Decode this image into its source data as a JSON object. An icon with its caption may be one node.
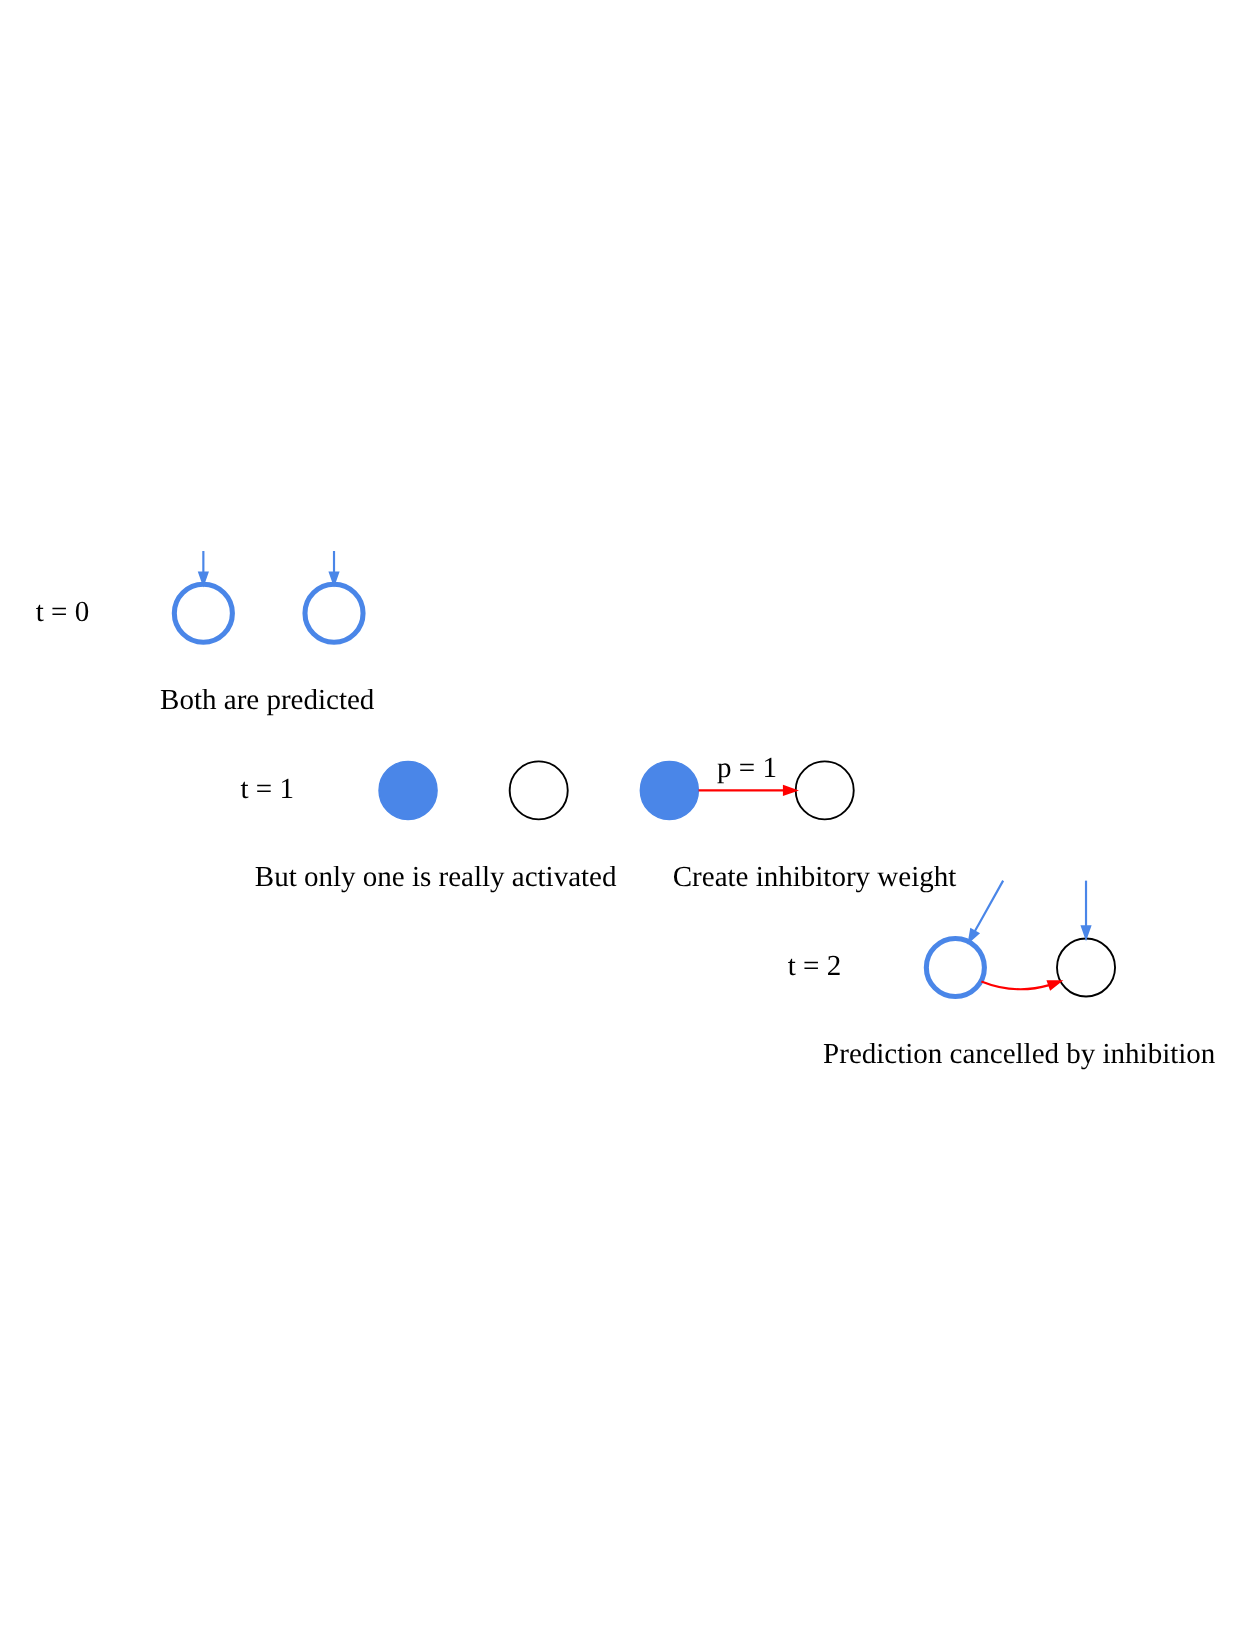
{
  "diagram": {
    "nodes": [
      {
        "text": [],
        "shape": "circle"
      },
      {
        "text": [],
        "shape": "circle"
      },
      {
        "text": [],
        "shape": "circle"
      },
      {
        "text": [],
        "shape": "circle"
      },
      {
        "text": [],
        "shape": "circle"
      },
      {
        "text": [],
        "shape": "circle"
      },
      {
        "text": [],
        "shape": "circle"
      },
      {
        "text": [],
        "shape": "circle"
      }
    ],
    "edges": [
      {
        "from": null,
        "to": 0,
        "arrow": "to"
      },
      {
        "from": null,
        "to": 1,
        "arrow": "to"
      },
      {
        "from": 4,
        "to": 5,
        "arrow": "to",
        "label": "p = 1",
        "color": "#ff0000"
      },
      {
        "from": null,
        "to": 6,
        "arrow": "to"
      },
      {
        "from": null,
        "to": 7,
        "arrow": "to"
      },
      {
        "from": 6,
        "to": 7,
        "arrow": "to",
        "color": "#ff0000"
      }
    ],
    "labels": [
      "t = 0",
      "Both are predicted",
      "t = 1",
      "But only one is really activated",
      "Create inhibitory weight",
      "t = 2",
      "Prediction cancelled by inhibition"
    ]
  }
}
